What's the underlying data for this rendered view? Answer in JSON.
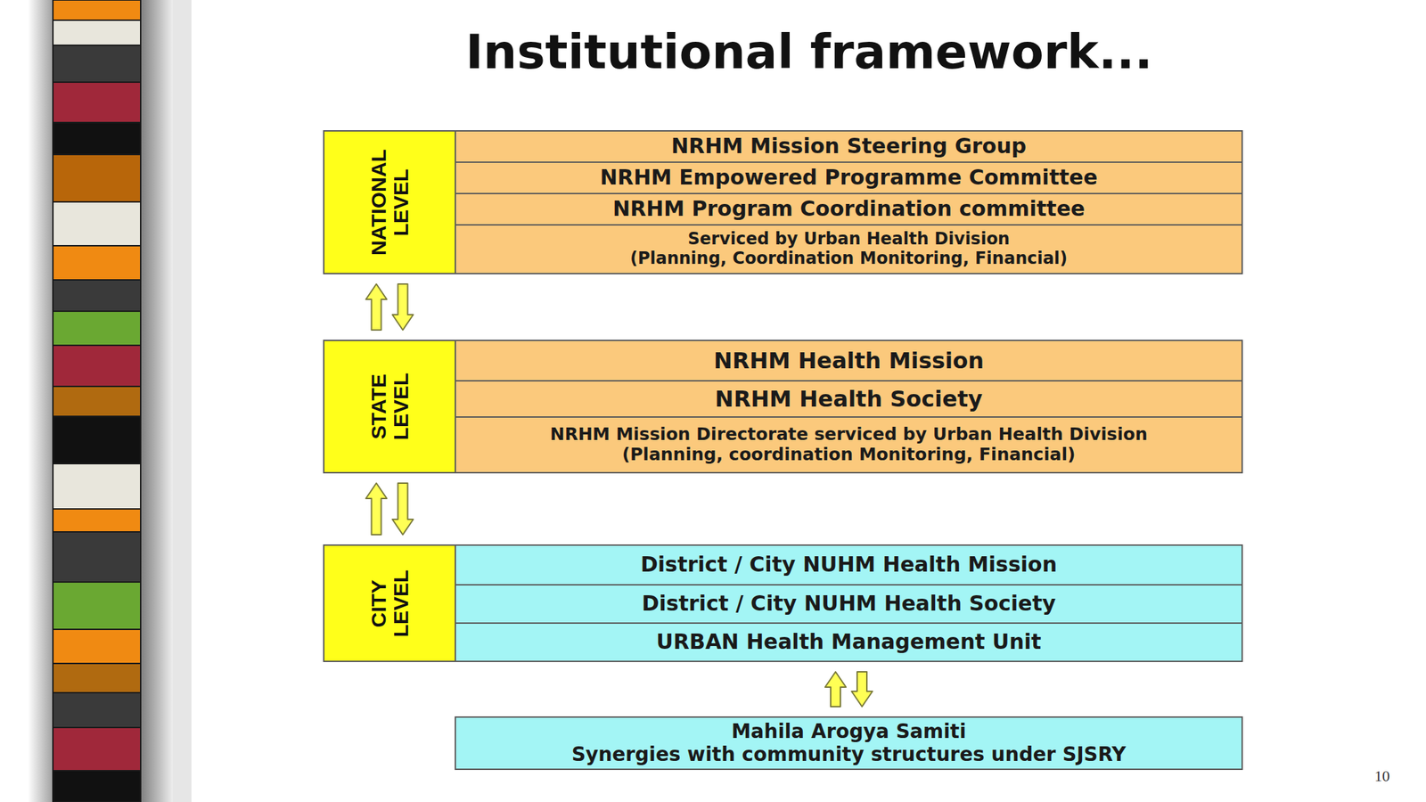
{
  "diagram": {
    "title": "Institutional framework...",
    "nodes": [
      {
        "text": [
          "NATIONAL LEVEL"
        ]
      },
      {
        "text": [
          "NRHM Mission Steering Group"
        ],
        "in": 0
      },
      {
        "text": [
          "NRHM Empowered Programme Committee"
        ],
        "in": 0
      },
      {
        "text": [
          "NRHM Program Coordination committee"
        ],
        "in": 0
      },
      {
        "text": [
          "Serviced by Urban Health Division",
          "(Planning, Coordination Monitoring, Financial)"
        ],
        "in": 0
      },
      {
        "text": [
          "STATE LEVEL"
        ]
      },
      {
        "text": [
          "NRHM Health Mission"
        ],
        "in": 5
      },
      {
        "text": [
          "NRHM Health Society"
        ],
        "in": 5
      },
      {
        "text": [
          "NRHM Mission Directorate serviced by Urban Health Division",
          "(Planning, coordination Monitoring, Financial)"
        ],
        "in": 5
      },
      {
        "text": [
          "CITY LEVEL"
        ]
      },
      {
        "text": [
          "District / City NUHM Health Mission"
        ],
        "in": 9
      },
      {
        "text": [
          "District / City NUHM Health Society"
        ],
        "in": 9
      },
      {
        "text": [
          "URBAN Health Management Unit"
        ],
        "in": 9
      },
      {
        "text": [
          "Mahila Arogya Samiti",
          "Synergies with community structures under SJSRY"
        ]
      }
    ],
    "edges": [
      {
        "from": 0,
        "to": 5,
        "arrow": "both"
      },
      {
        "from": 5,
        "to": 9,
        "arrow": "both"
      },
      {
        "from": 9,
        "to": 13,
        "arrow": "both"
      }
    ],
    "labels": [
      "10"
    ]
  }
}
